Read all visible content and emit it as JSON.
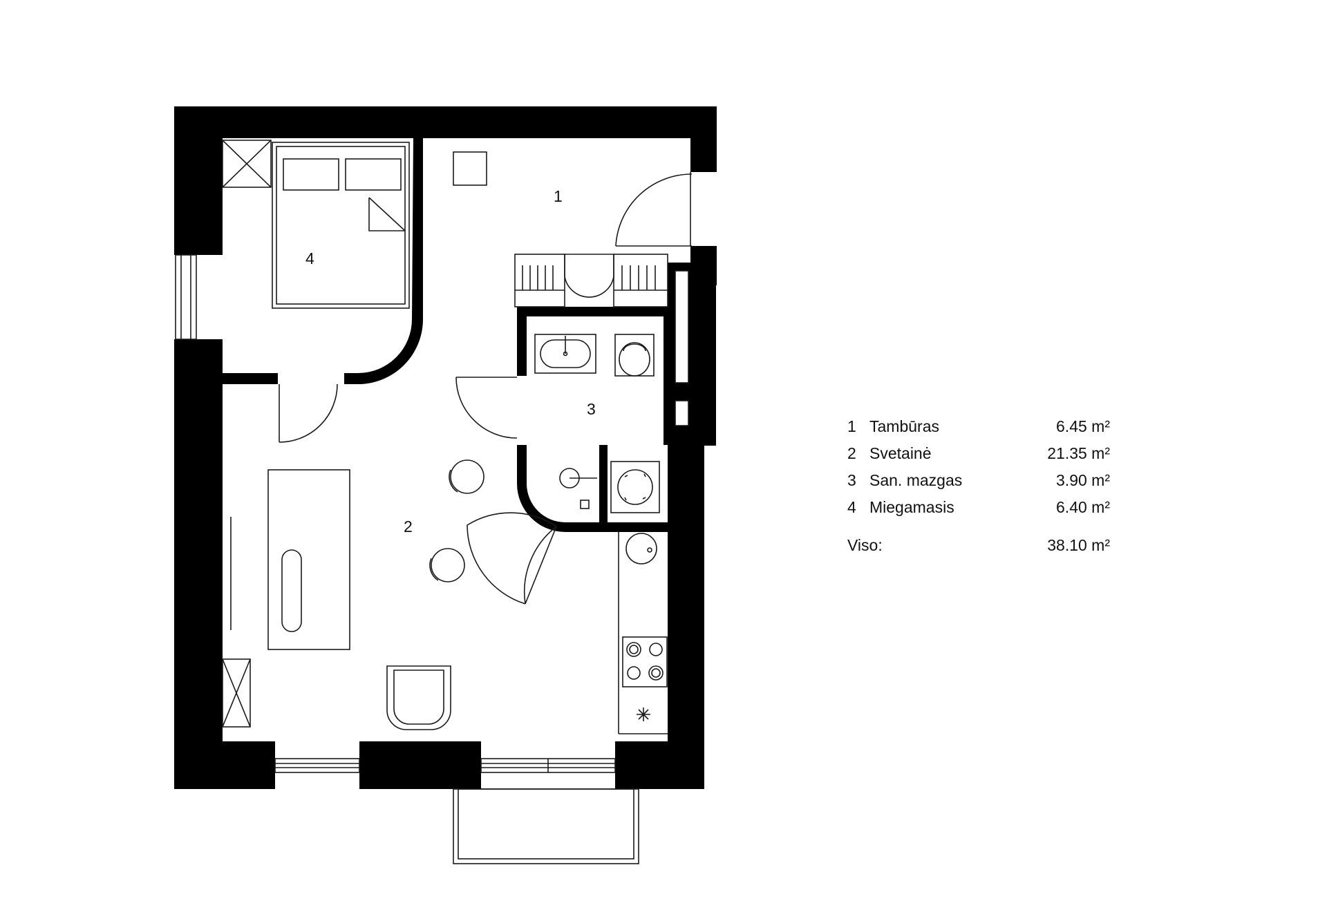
{
  "rooms": [
    {
      "number": "1",
      "name": "Tambūras",
      "area": "6.45 m²"
    },
    {
      "number": "2",
      "name": "Svetainė",
      "area": "21.35 m²"
    },
    {
      "number": "3",
      "name": "San. mazgas",
      "area": "3.90 m²"
    },
    {
      "number": "4",
      "name": "Miegamasis",
      "area": "6.40 m²"
    }
  ],
  "total": {
    "label": "Viso:",
    "area": "38.10 m²"
  },
  "colors": {
    "wall": "#000000",
    "line": "#1a1a1a",
    "background": "#ffffff"
  }
}
